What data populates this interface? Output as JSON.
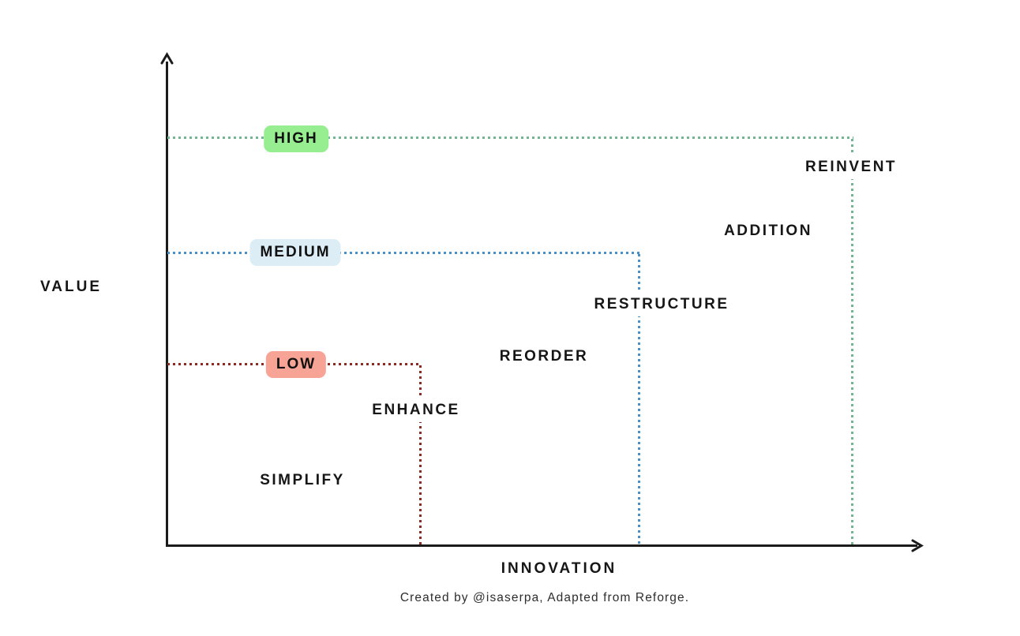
{
  "colors": {
    "axis": "#1b1b1b",
    "high_line": "#73b493",
    "medium_line": "#4a90c8",
    "low_line": "#8e2a22",
    "high_badge_bg": "#97ee90",
    "medium_badge_bg": "#dcedf5",
    "low_badge_bg": "#f7a496",
    "text": "#161616"
  },
  "axes": {
    "y_label": "VALUE",
    "x_label": "INNOVATION"
  },
  "levels": [
    {
      "label": "HIGH",
      "line_color": "#73b493",
      "badge_bg": "#97ee90"
    },
    {
      "label": "MEDIUM",
      "line_color": "#4a90c8",
      "badge_bg": "#dcedf5"
    },
    {
      "label": "LOW",
      "line_color": "#8e2a22",
      "badge_bg": "#f7a496"
    }
  ],
  "zones": [
    {
      "label": "SIMPLIFY",
      "value_level": "LOW",
      "innovation_level": "LOW"
    },
    {
      "label": "ENHANCE",
      "value_level": "LOW",
      "innovation_level": "LOW"
    },
    {
      "label": "REORDER",
      "value_level": "MEDIUM",
      "innovation_level": "MEDIUM"
    },
    {
      "label": "RESTRUCTURE",
      "value_level": "MEDIUM",
      "innovation_level": "MEDIUM"
    },
    {
      "label": "ADDITION",
      "value_level": "HIGH",
      "innovation_level": "HIGH"
    },
    {
      "label": "REINVENT",
      "value_level": "HIGH",
      "innovation_level": "HIGH"
    }
  ],
  "caption": "Created by @isaserpa, Adapted from Reforge."
}
